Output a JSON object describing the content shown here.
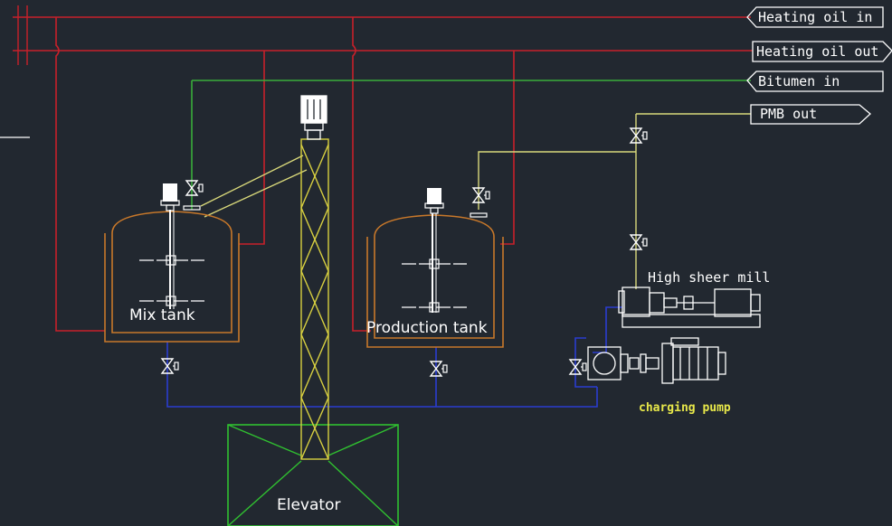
{
  "colors": {
    "background": "#222830",
    "heating_oil": "#c8202a",
    "bitumen": "#3aae3a",
    "pmb": "#d8d87a",
    "suction": "#2a3cd0",
    "tank_jacket": "#c8782a",
    "elevator_base": "#30c030",
    "elevator_truss": "#d8d040",
    "equipment": "#ffffff"
  },
  "port_labels": {
    "heating_oil_in": "Heating oil in",
    "heating_oil_out": "Heating oil out",
    "bitumen_in": "Bitumen    in",
    "pmb_out": "PMB   out"
  },
  "equipment_labels": {
    "mix_tank": "Mix tank",
    "production_tank": "Production tank",
    "high_sheer_mill": "High sheer mill",
    "charging_pump": "charging pump",
    "elevator": "Elevator"
  }
}
